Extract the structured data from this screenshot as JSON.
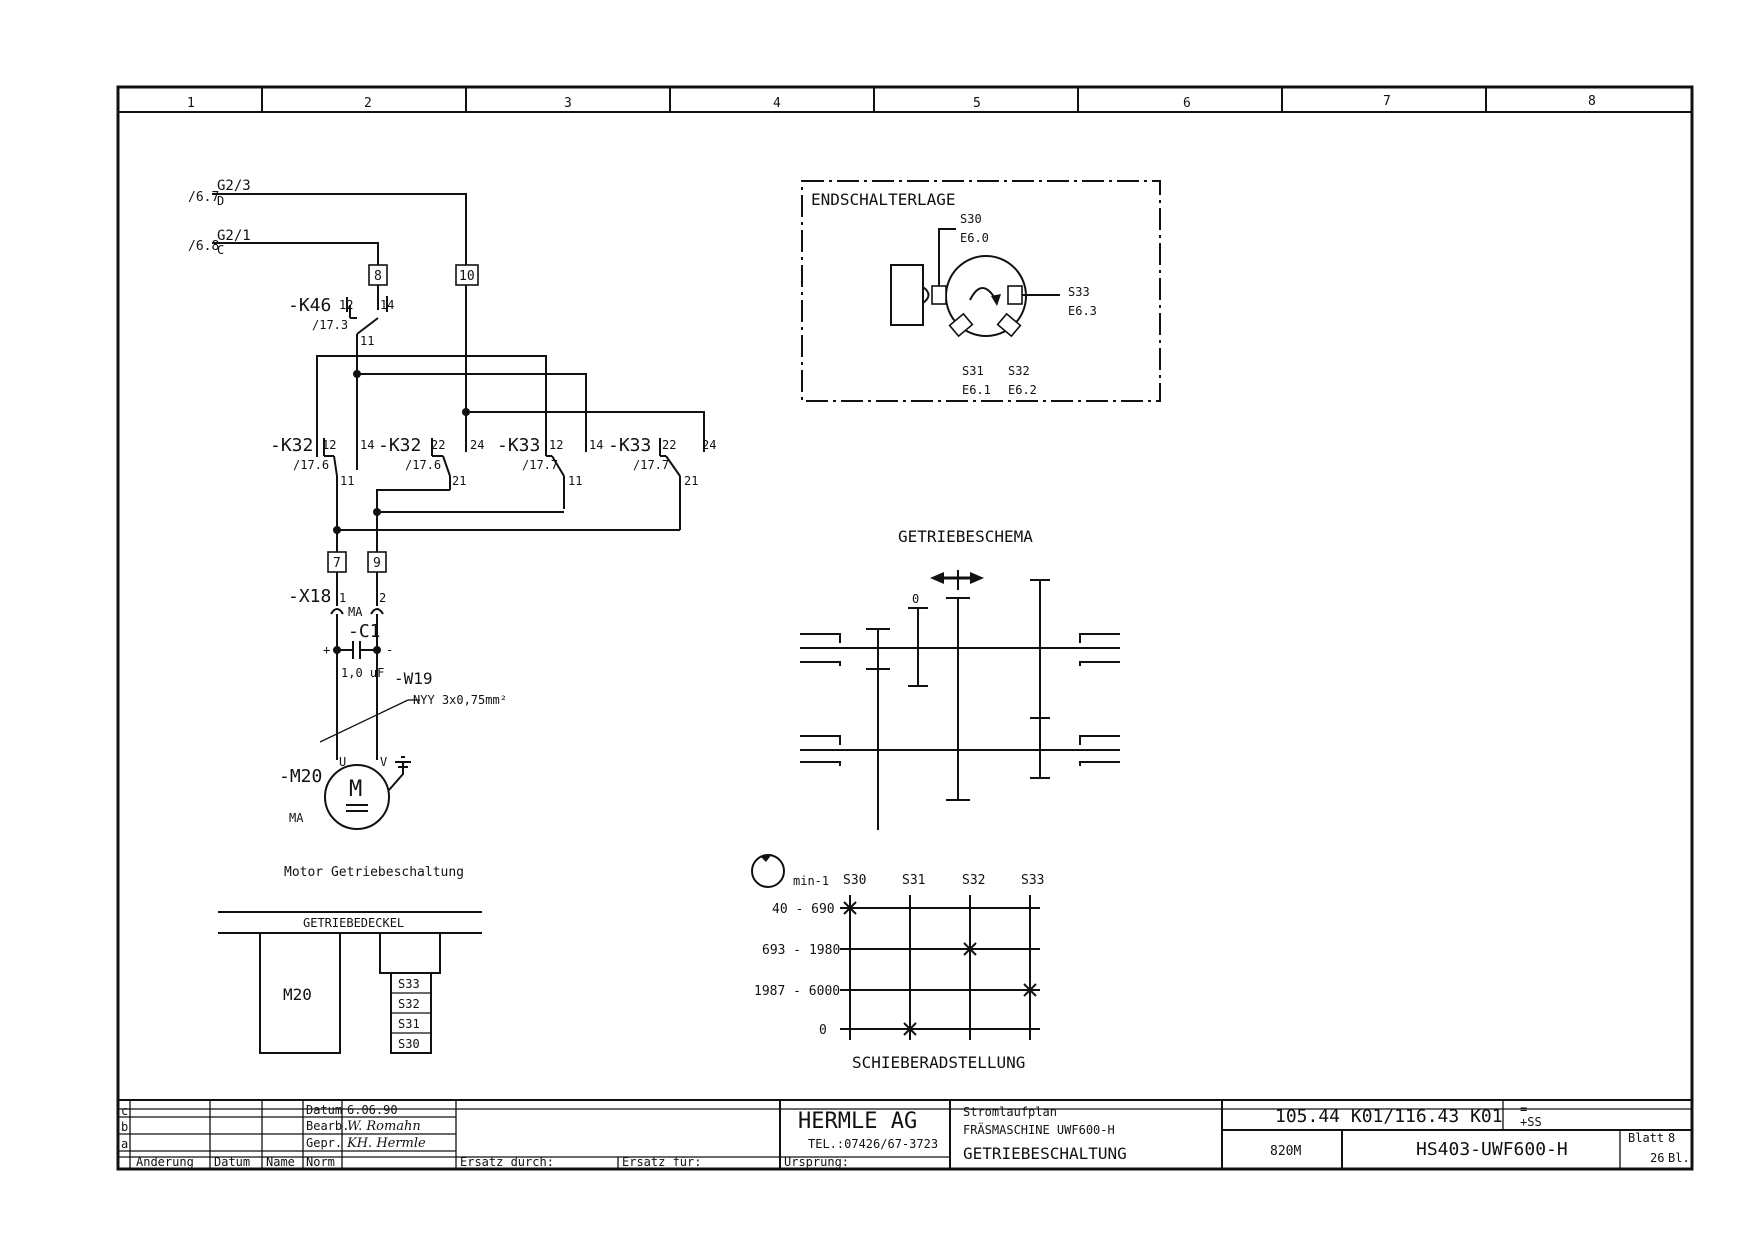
{
  "columns": [
    "1",
    "2",
    "3",
    "4",
    "5",
    "6",
    "7",
    "8"
  ],
  "references": {
    "g23": {
      "ref": "/6.7",
      "label": "G2/3",
      "sub": "D"
    },
    "g21": {
      "ref": "/6.8",
      "label": "G2/1",
      "sub": "C"
    }
  },
  "terminals": {
    "t8": "8",
    "t10": "10",
    "t7": "7",
    "t9": "9"
  },
  "relays": {
    "k46": {
      "name": "-K46",
      "ref": "/17.3",
      "c1": "12",
      "c2": "14",
      "c3": "11"
    },
    "k32a": {
      "name": "-K32",
      "ref": "/17.6",
      "c1": "12",
      "c2": "14",
      "c3": "11"
    },
    "k32b": {
      "name": "-K32",
      "ref": "/17.6",
      "c1": "22",
      "c2": "24",
      "c3": "21"
    },
    "k33a": {
      "name": "-K33",
      "ref": "/17.7",
      "c1": "12",
      "c2": "14",
      "c3": "11"
    },
    "k33b": {
      "name": "-K33",
      "ref": "/17.7",
      "c1": "22",
      "c2": "24",
      "c3": "21"
    }
  },
  "motor_circuit": {
    "x18": "-X18",
    "pin1": "1",
    "pin2": "2",
    "ma": "MA",
    "c1": "-C1",
    "cap_value": "1,0 uF",
    "plus": "+",
    "minus": "-",
    "w19": "-W19",
    "cable": "NYY 3x0,75mm²",
    "u": "U",
    "v": "V",
    "m20": "-M20",
    "motor_symbol": "M",
    "ma2": "MA",
    "caption": "Motor Getriebeschaltung"
  },
  "cover": {
    "title": "GETRIEBEDECKEL",
    "m20": "M20",
    "switches": [
      "S33",
      "S32",
      "S31",
      "S30"
    ]
  },
  "endschalter": {
    "title": "ENDSCHALTERLAGE",
    "s30": "S30",
    "e60": "E6.0",
    "s33": "S33",
    "e63": "E6.3",
    "s31": "S31",
    "e61": "E6.1",
    "s32": "S32",
    "e62": "E6.2"
  },
  "gear": {
    "title": "GETRIEBESCHEMA",
    "zero": "0"
  },
  "schieber": {
    "title": "SCHIEBERADSTELLUNG",
    "unit": "min-1",
    "cols": [
      "S30",
      "S31",
      "S32",
      "S33"
    ],
    "rows": [
      "40 - 690",
      "693 - 1980",
      "1987 - 6000",
      "0"
    ]
  },
  "title_block": {
    "rev_letters": [
      "c",
      "b",
      "a"
    ],
    "datum_label": "Datum",
    "datum": "6.06.90",
    "bearb_label": "Bearb.",
    "bearb": "W. Romahn",
    "gepr_label": "Gepr.",
    "gepr": "KH. Hermle",
    "norm_label": "Norm",
    "aenderung": "Anderung",
    "datum2": "Datum",
    "name": "Name",
    "ersatz_durch": "Ersatz durch:",
    "ersatz_fuer": "Ersatz für:",
    "company": "HERMLE AG",
    "tel": "TEL.:07426/67-3723",
    "ursprung": "Ursprung:",
    "doc_type": "Stromlaufplan",
    "machine": "FRÄSMASCHINE UWF600-H",
    "doc_title": "GETRIEBESCHALTUNG",
    "number": "105.44 K01/116.43 K01",
    "eq": "=",
    "loc": "+SS",
    "model": "820M",
    "drawing": "HS403-UWF600-H",
    "blatt_label": "Blatt",
    "blatt": "8",
    "bl_total": "26",
    "bl_label": "Bl."
  }
}
